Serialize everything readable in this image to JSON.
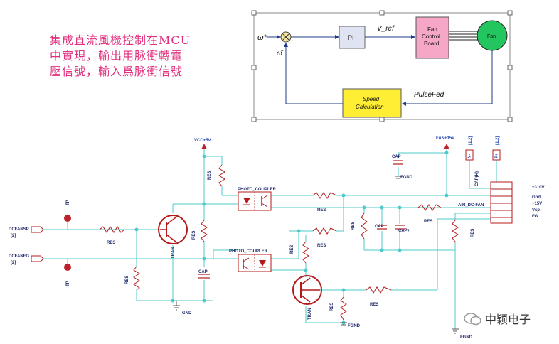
{
  "note": {
    "lines": [
      "集成直流風機控制在MCU",
      "中實現，輸出用脉衝轉電",
      "壓信號，輸入爲脉衝信號"
    ]
  },
  "block_diagram": {
    "omega_ref": "ω*",
    "omega_fb": "ω̂",
    "pi": "PI",
    "v_ref": "V_ref",
    "fan_control": [
      "Fan",
      "Control",
      "Board"
    ],
    "fan": "Fan",
    "speed_calc": [
      "Speed",
      "Calculation"
    ],
    "pulse_fed": "PulseFed"
  },
  "schematic": {
    "vcc": "VCC+5V",
    "fan15": "FAN+15V",
    "photo1": "PHOTO_COUPLER",
    "photo2": "PHOTO_COUPLER",
    "res": "RES",
    "cap": "CAP",
    "capplus": "CAP+",
    "caph": "CAP(H)",
    "tran": "TRAN",
    "tp": "TP",
    "gnd": "GND",
    "fgnd": "FGND",
    "dcfansp": "DCFANSP",
    "dcfanfg": "DCFANFG",
    "two": "[2]",
    "onetwo": "[1,2]",
    "nminus": "N-",
    "pplus": "P+",
    "connector": "AIR_DC-FAN",
    "pins": [
      "+310V",
      "Gnd",
      "+15V",
      "Vsp",
      "FG"
    ]
  },
  "watermark": "中颖电子"
}
